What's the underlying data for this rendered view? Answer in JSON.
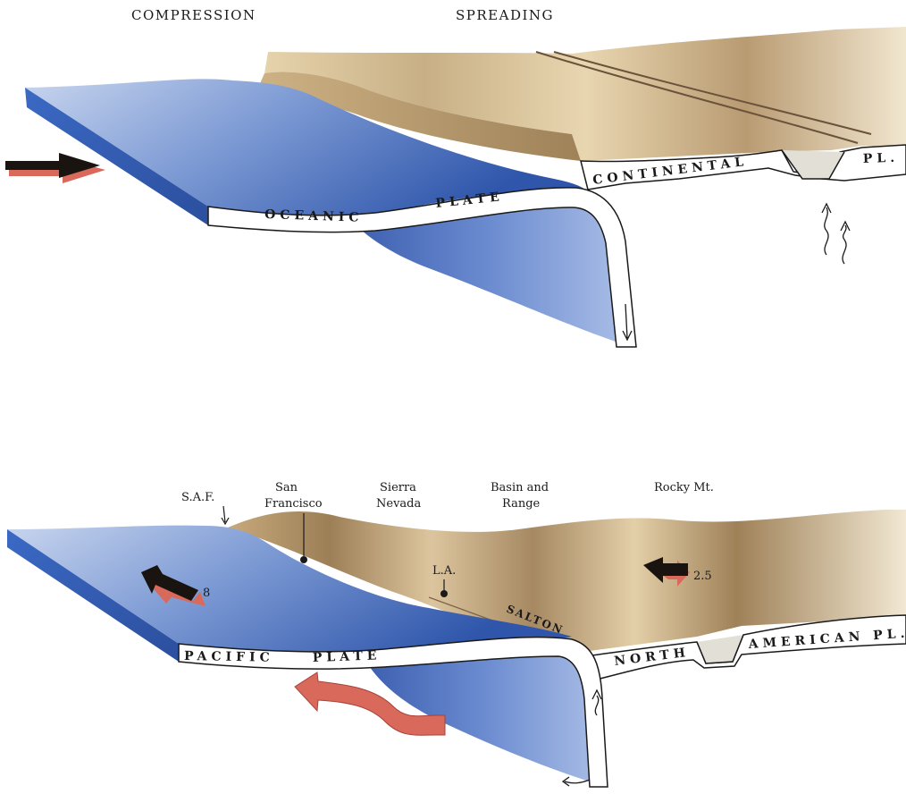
{
  "top_diagram": {
    "headers": {
      "compression": "COMPRESSION",
      "spreading": "SPREADING"
    },
    "plate_labels": {
      "oceanic": "OCEANIC",
      "plate": "PLATE",
      "continental": "CONTINENTAL",
      "pl": "PL."
    }
  },
  "bottom_diagram": {
    "places": {
      "saf": "S.A.F.",
      "san_francisco_1": "San",
      "san_francisco_2": "Francisco",
      "sierra_1": "Sierra",
      "sierra_2": "Nevada",
      "basin_1": "Basin and",
      "basin_2": "Range",
      "rocky": "Rocky Mt.",
      "la": "L.A.",
      "salton": "SALTON"
    },
    "rates": {
      "pacific": "8",
      "north_american": "2.5"
    },
    "plate_labels": {
      "pacific": "PACIFIC",
      "plate": "PLATE",
      "north": "NORTH",
      "american": "AMERICAN PL."
    }
  },
  "colors": {
    "ocean_light": "#c9d6ee",
    "ocean_mid": "#6f90cf",
    "ocean_dark": "#3357a8",
    "land_light": "#efe3c8",
    "land_dark": "#a88c66",
    "arrow_dark": "#1a1410",
    "arrow_red": "#d9695b"
  }
}
